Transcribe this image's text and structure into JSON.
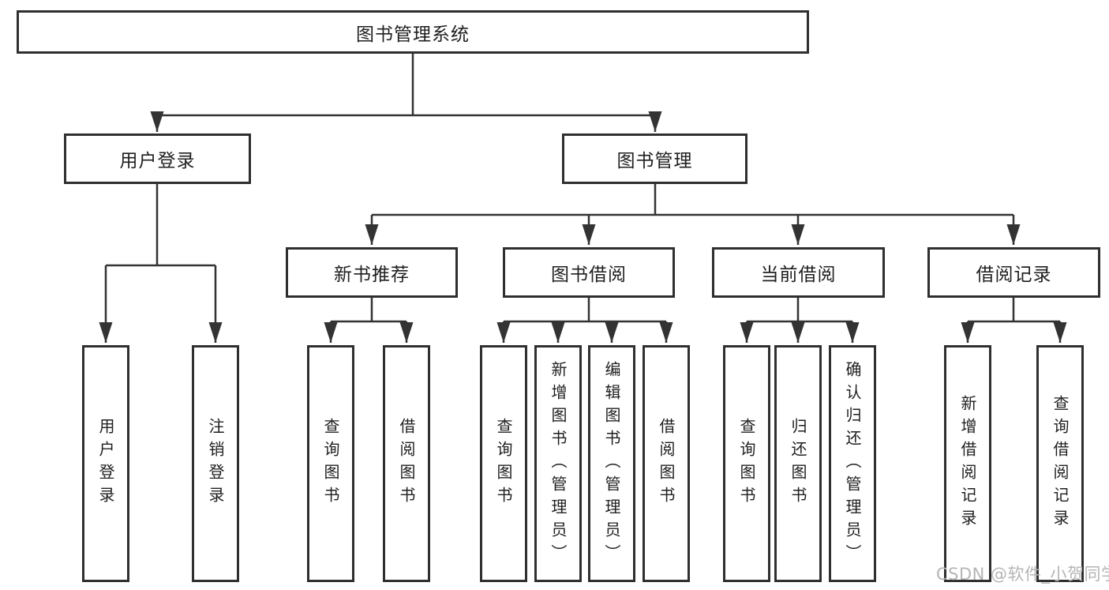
{
  "colors": {
    "line": "#333333",
    "box_border": "#2f2f2f",
    "text": "#1f1f1f",
    "watermark": "#b5b5b5",
    "background": "#ffffff"
  },
  "watermark": {
    "text": "CSDN @软件_小贺同学"
  },
  "tree": {
    "root": {
      "label": "图书管理系统",
      "children": [
        {
          "label": "用户登录",
          "children": [
            {
              "label": "用户登录"
            },
            {
              "label": "注销登录"
            }
          ]
        },
        {
          "label": "图书管理",
          "children": [
            {
              "label": "新书推荐",
              "children": [
                {
                  "label": "查询图书"
                },
                {
                  "label": "借阅图书"
                }
              ]
            },
            {
              "label": "图书借阅",
              "children": [
                {
                  "label": "查询图书"
                },
                {
                  "label": "新增图书（管理员）"
                },
                {
                  "label": "编辑图书（管理员）"
                },
                {
                  "label": "借阅图书"
                }
              ]
            },
            {
              "label": "当前借阅",
              "children": [
                {
                  "label": "查询图书"
                },
                {
                  "label": "归还图书"
                },
                {
                  "label": "确认归还（管理员）"
                }
              ]
            },
            {
              "label": "借阅记录",
              "children": [
                {
                  "label": "新增借阅记录"
                },
                {
                  "label": "查询借阅记录"
                }
              ]
            }
          ]
        }
      ]
    }
  }
}
